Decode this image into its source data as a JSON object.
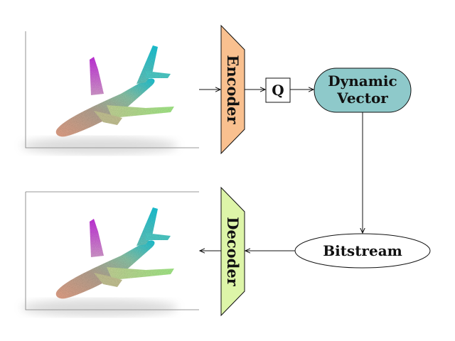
{
  "diagram": {
    "encoder": {
      "label": "Encoder",
      "color": "#F9C08F"
    },
    "quantizer": {
      "label": "Q"
    },
    "dynamic_vector": {
      "line1": "Dynamic",
      "line2": "Vector",
      "color": "#8EC9CA"
    },
    "bitstream": {
      "label": "Bitstream"
    },
    "decoder": {
      "label": "Decoder",
      "color": "#DDF5A8"
    },
    "input_pointcloud": {
      "icon": "airplane-point-cloud-icon"
    },
    "output_pointcloud": {
      "icon": "airplane-point-cloud-icon"
    },
    "colors": {
      "nose": "#E8A489",
      "wing_tip": "#A6EE8A",
      "tail_fin": "#C733E0",
      "vertical_tail": "#1DC8DA"
    }
  }
}
